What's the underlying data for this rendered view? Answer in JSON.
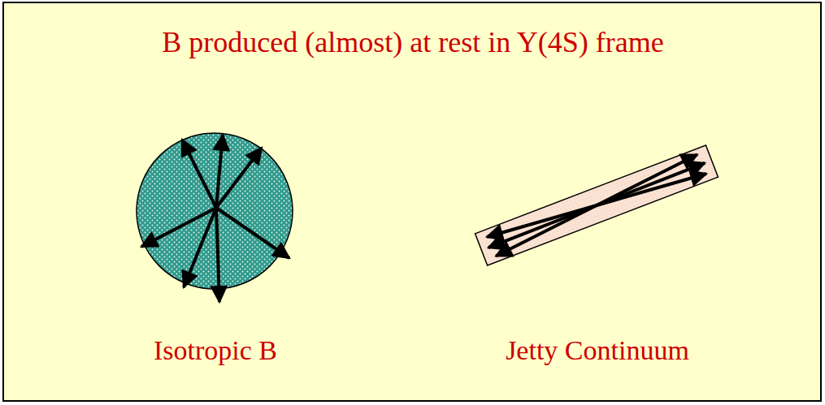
{
  "diagram": {
    "title": "B produced (almost) at rest in Y(4S) frame",
    "labels": [
      "Isotropic B",
      "Jetty Continuum"
    ]
  }
}
